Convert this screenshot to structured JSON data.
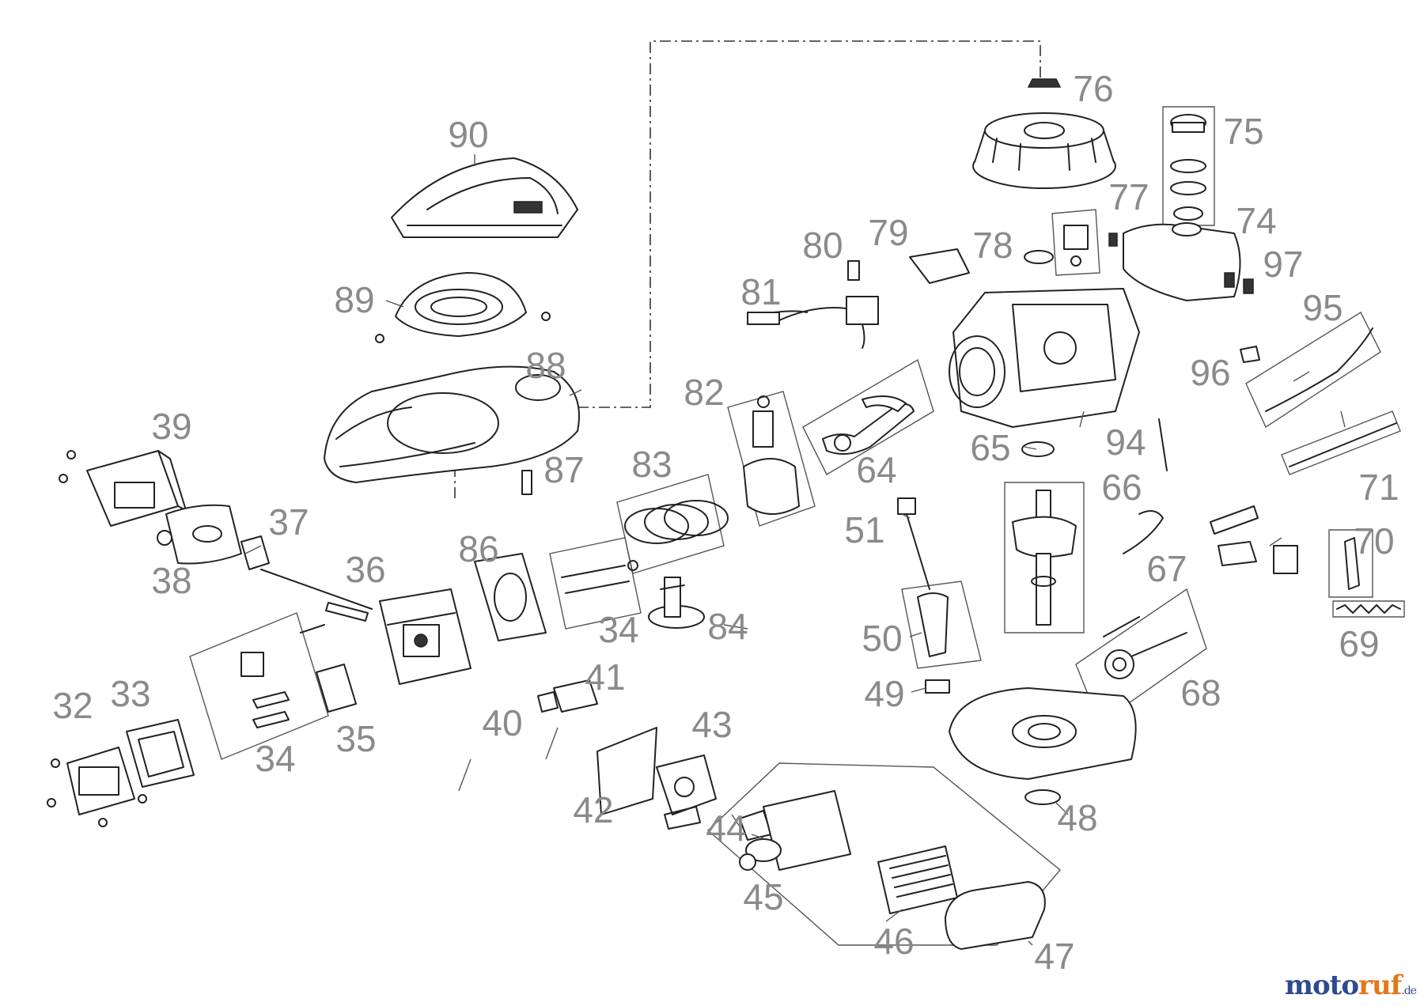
{
  "labels": {
    "p32": "32",
    "p33": "33",
    "p34a": "34",
    "p34b": "34",
    "p35": "35",
    "p36": "36",
    "p37": "37",
    "p38": "38",
    "p39": "39",
    "p40": "40",
    "p41": "41",
    "p42": "42",
    "p43": "43",
    "p44": "44",
    "p45": "45",
    "p46": "46",
    "p47": "47",
    "p48": "48",
    "p49": "49",
    "p50": "50",
    "p51": "51",
    "p64": "64",
    "p65": "65",
    "p66": "66",
    "p67": "67",
    "p68": "68",
    "p69": "69",
    "p70": "70",
    "p71": "71",
    "p74": "74",
    "p75": "75",
    "p76": "76",
    "p77": "77",
    "p78": "78",
    "p79": "79",
    "p80": "80",
    "p81": "81",
    "p82": "82",
    "p83": "83",
    "p84": "84",
    "p86": "86",
    "p87": "87",
    "p88": "88",
    "p89": "89",
    "p90": "90",
    "p94": "94",
    "p95": "95",
    "p96": "96",
    "p97": "97"
  },
  "watermark": {
    "part1": "moto",
    "part2": "ruf",
    "part3": ".de"
  }
}
